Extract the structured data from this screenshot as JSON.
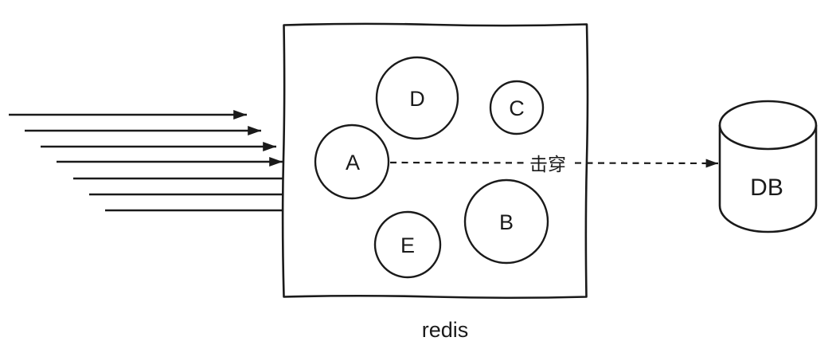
{
  "diagram": {
    "type": "redis-cache-breakdown-diagram",
    "caption": "redis",
    "breakdown_label": "击穿",
    "db_label": "DB",
    "cache_nodes": {
      "a": "A",
      "b": "B",
      "c": "C",
      "d": "D",
      "e": "E"
    },
    "request_arrow_count": 7,
    "colors": {
      "ink": "#1a1a1a",
      "background": "#ffffff"
    }
  }
}
